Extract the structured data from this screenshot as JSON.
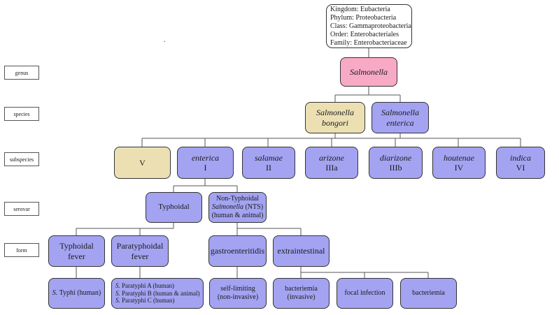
{
  "taxonomy": {
    "kingdom": "Kingdom: Eubacteria",
    "phylum": "Phylum: Proteobacteria",
    "class": "Class: Gammaproteobacteria",
    "order": "Order: Enterobacteriales",
    "family": "Family: Enterobacteriaceae"
  },
  "stray_mark": ".",
  "levels": {
    "genus": "genus",
    "species": "species",
    "subspecies": "subspecies",
    "serovar": "serovar",
    "form": "form"
  },
  "genus": "Salmonella",
  "species": {
    "bongori": [
      "Salmonella",
      "bongori"
    ],
    "enterica": [
      "Salmonella",
      "enterica"
    ]
  },
  "subspecies": [
    {
      "name": "",
      "numeral": "V"
    },
    {
      "name": "enterica",
      "numeral": "I"
    },
    {
      "name": "salamae",
      "numeral": "II"
    },
    {
      "name": "arizone",
      "numeral": "IIIa"
    },
    {
      "name": "diarizone",
      "numeral": "IIIb"
    },
    {
      "name": "houtenae",
      "numeral": "IV"
    },
    {
      "name": "indica",
      "numeral": "VI"
    }
  ],
  "serovar": {
    "typhoidal": "Typhoidal",
    "nts": {
      "line1": "Non-Typhoidal",
      "line2_italic": "Salmonella",
      "line2_rest": " (NTS)",
      "line3": "(human & animal)"
    }
  },
  "form": {
    "typhoidal_fever": [
      "Typhoidal",
      "fever"
    ],
    "paratyphoidal_fever": [
      "Paratyphoidal",
      "fever"
    ],
    "gastroenteritidis": "gastroenteritidis",
    "extraintestinal": "extraintestinal"
  },
  "leaves": {
    "typhi": {
      "abbr": "S.",
      "rest": " Typhi (human)"
    },
    "paratyphi": [
      {
        "abbr": "S.",
        "rest": " Paratyphi A (human)"
      },
      {
        "abbr": "S.",
        "rest": " Paratyphi B (human & animal)"
      },
      {
        "abbr": "S.",
        "rest": " Paratyphi C (human)"
      }
    ],
    "self_limiting": [
      "self-limiting",
      "(non-invasive)"
    ],
    "bacteriemia_invasive": [
      "bacteriemia",
      "(invasive)"
    ],
    "focal_infection": "focal infection",
    "bacteriemia": "bacteriemia"
  },
  "colors": {
    "node": "#a3a3f2",
    "bongori_and_V": "#ece0b3",
    "genus": "#f7a9c6",
    "connector": "#555555"
  }
}
